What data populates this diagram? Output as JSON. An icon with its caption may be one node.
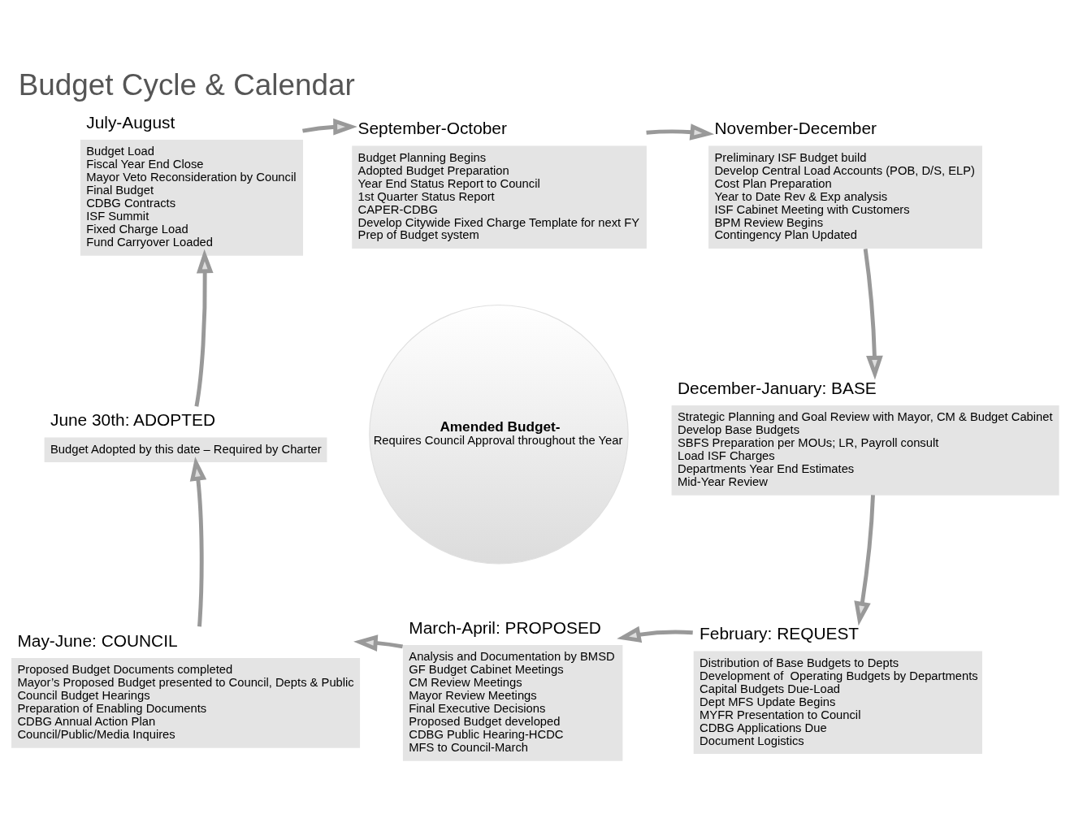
{
  "diagram": {
    "title": "Budget Cycle & Calendar",
    "nodes": [
      {
        "text": [
          "September-October",
          "Budget Planning Begins",
          "Adopted Budget Preparation",
          "Year End Status Report to Council",
          "1st Quarter Status Report",
          "CAPER-CDBG",
          "Develop Citywide Fixed Charge Template for next FY",
          "Prep of Budget system"
        ]
      },
      {
        "text": [
          "November-December",
          "Preliminary ISF Budget build",
          "Develop Central Load Accounts (POB, D/S, ELP)",
          "Cost Plan Preparation",
          "Year to Date Rev & Exp analysis",
          "ISF Cabinet Meeting with Customers",
          "BPM Review Begins",
          "Contingency Plan Updated"
        ]
      },
      {
        "text": [
          "December-January: BASE",
          "Strategic Planning and Goal Review with Mayor, CM & Budget Cabinet",
          "Develop Base Budgets",
          "SBFS Preparation per MOUs; LR, Payroll consult",
          "Load ISF Charges",
          "Departments Year End Estimates",
          "Mid-Year Review"
        ]
      },
      {
        "text": [
          "February: REQUEST",
          "Distribution of Base Budgets to Depts",
          "Development of  Operating Budgets by Departments",
          "Capital Budgets Due-Load",
          "Dept MFS Update Begins",
          "MYFR Presentation to Council",
          "CDBG Applications Due",
          "Document Logistics"
        ]
      },
      {
        "text": [
          "March-April: PROPOSED",
          "Analysis and Documentation by BMSD",
          "GF Budget Cabinet Meetings",
          "CM Review Meetings",
          "Mayor Review Meetings",
          "Final Executive Decisions",
          "Proposed Budget developed",
          "CDBG Public Hearing-HCDC",
          "MFS to Council-March"
        ]
      },
      {
        "text": [
          "May-June: COUNCIL",
          "Proposed Budget Documents completed",
          "Mayor’s Proposed Budget presented to Council, Depts & Public",
          "Council Budget Hearings",
          "Preparation of Enabling Documents",
          "CDBG Annual Action Plan",
          "Council/Public/Media Inquires"
        ]
      },
      {
        "text": [
          "June 30th: ADOPTED",
          "Budget Adopted by this date – Required by Charter"
        ]
      },
      {
        "text": [
          "July-August",
          "Budget Load",
          "Fiscal Year End Close",
          "Mayor Veto Reconsideration by Council",
          "Final Budget",
          "CDBG Contracts",
          "ISF Summit",
          "Fixed Charge Load",
          "Fund Carryover Loaded"
        ]
      },
      {
        "text": [
          "Amended Budget-",
          "Requires Council Approval throughout the Year"
        ]
      }
    ],
    "edges": [
      {
        "from": 7,
        "to": 0,
        "arrow": "to"
      },
      {
        "from": 0,
        "to": 1,
        "arrow": "to"
      },
      {
        "from": 1,
        "to": 2,
        "arrow": "to"
      },
      {
        "from": 2,
        "to": 3,
        "arrow": "to"
      },
      {
        "from": 3,
        "to": 4,
        "arrow": "to"
      },
      {
        "from": 4,
        "to": 5,
        "arrow": "to"
      },
      {
        "from": 5,
        "to": 6,
        "arrow": "to"
      },
      {
        "from": 6,
        "to": 7,
        "arrow": "to"
      }
    ]
  }
}
